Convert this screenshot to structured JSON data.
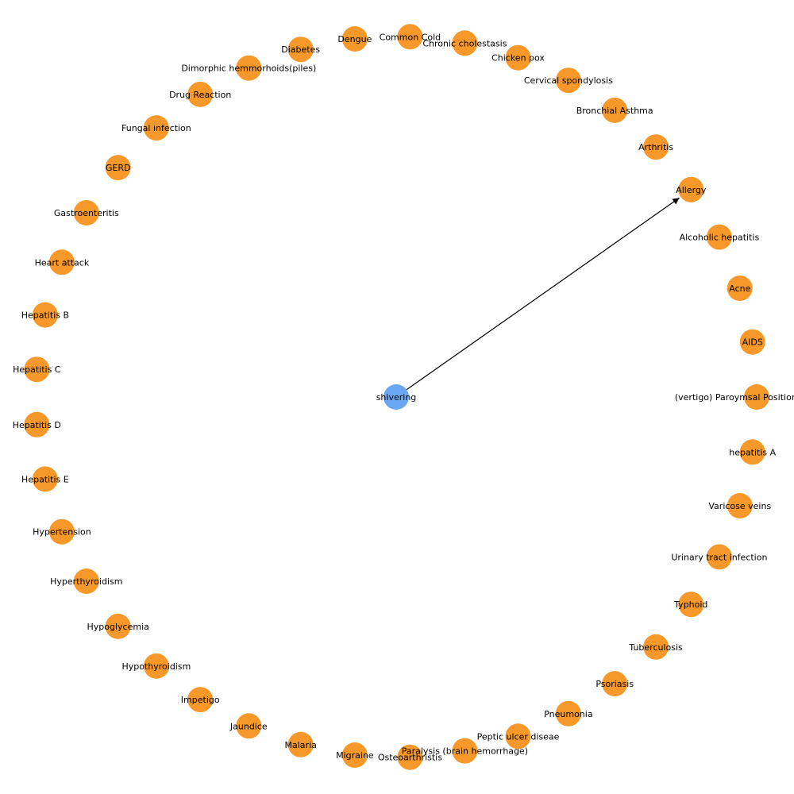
{
  "graph": {
    "center_node": {
      "label": "shivering",
      "color": "#6aa8f4"
    },
    "disease_color": "#f7982a",
    "edge_color": "#000000",
    "edges": [
      {
        "from": "shivering",
        "to": "Allergy"
      }
    ],
    "disease_nodes": [
      "(vertigo) Paroymsal  Positional Vertigo",
      "AIDS",
      "Acne",
      "Alcoholic hepatitis",
      "Allergy",
      "Arthritis",
      "Bronchial Asthma",
      "Cervical spondylosis",
      "Chicken pox",
      "Chronic cholestasis",
      "Common Cold",
      "Dengue",
      "Diabetes",
      "Dimorphic hemmorhoids(piles)",
      "Drug Reaction",
      "Fungal infection",
      "GERD",
      "Gastroenteritis",
      "Heart attack",
      "Hepatitis B",
      "Hepatitis C",
      "Hepatitis D",
      "Hepatitis E",
      "Hypertension",
      "Hyperthyroidism",
      "Hypoglycemia",
      "Hypothyroidism",
      "Impetigo",
      "Jaundice",
      "Malaria",
      "Migraine",
      "Osteoarthristis",
      "Paralysis (brain hemorrhage)",
      "Peptic ulcer diseae",
      "Pneumonia",
      "Psoriasis",
      "Tuberculosis",
      "Typhoid",
      "Urinary tract infection",
      "Varicose veins",
      "hepatitis A"
    ]
  }
}
